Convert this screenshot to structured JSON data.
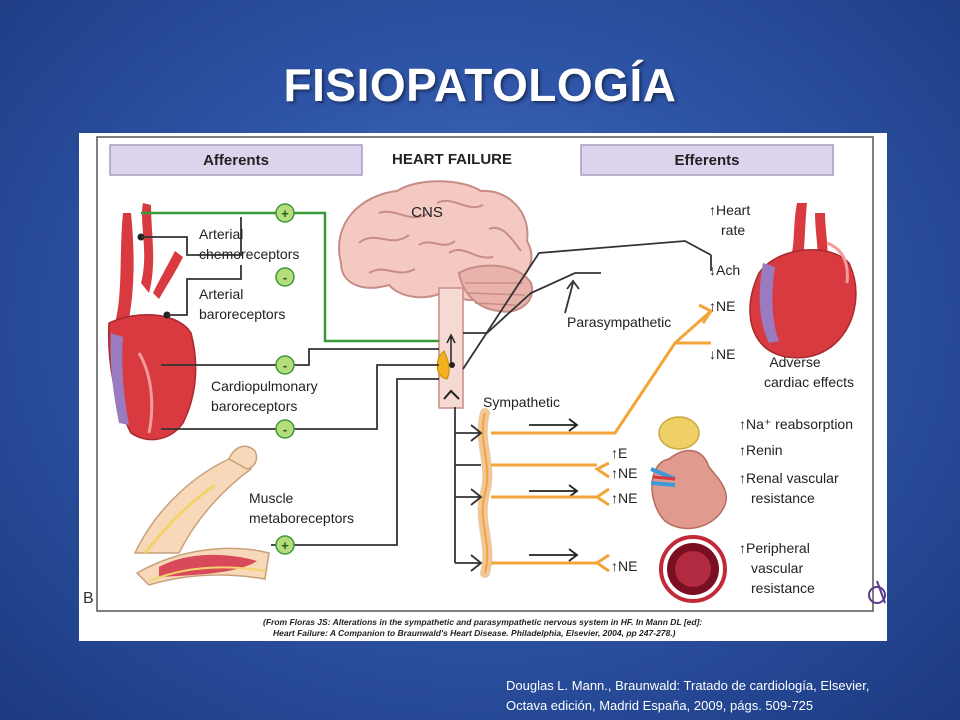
{
  "slide": {
    "title": "FISIOPATOLOGÍA",
    "citation_line1": "Douglas L. Mann., Braunwald: Tratado de cardiología, Elsevier,",
    "citation_line2": "Octava edición, Madrid España, 2009, págs. 509-725"
  },
  "figure": {
    "panel_letter": "B",
    "title": "HEART FAILURE",
    "afferents_header": "Afferents",
    "efferents_header": "Efferents",
    "cns_label": "CNS",
    "receptors": [
      {
        "line1": "Arterial",
        "line2": "chemoreceptors",
        "sign": "+"
      },
      {
        "line1": "Arterial",
        "line2": "baroreceptors",
        "sign": "-"
      },
      {
        "line1": "Cardiopulmonary",
        "line2": "baroreceptors",
        "sign": "-"
      },
      {
        "sign": "-"
      },
      {
        "line1": "Muscle",
        "line2": "metaboreceptors",
        "sign": "+"
      }
    ],
    "parasympathetic_label": "Parasympathetic",
    "sympathetic_label": "Sympathetic",
    "heart_effects": {
      "heart_rate_line1": "↑Heart",
      "heart_rate_line2": "rate",
      "ach": "↓Ach",
      "ne_up": "↑NE",
      "ne_down": "↓NE",
      "adverse_line1": "Adverse",
      "adverse_line2": "cardiac effects"
    },
    "kidney_effects": {
      "e": "↑E",
      "ne1": "↑NE",
      "ne2": "↑NE",
      "na_reabsorption": "↑Na⁺ reabsorption",
      "renin": "↑Renin",
      "renal_line1": "↑Renal vascular",
      "renal_line2": "resistance"
    },
    "vessel_effects": {
      "ne": "↑NE",
      "line1": "↑Peripheral",
      "line2": "vascular",
      "line3": "resistance"
    },
    "source_line1": "(From Floras JS: Alterations in the sympathetic and parasympathetic nervous system in HF. In Mann DL [ed]:",
    "source_line2": "Heart Failure: A Companion to Braunwald's Heart Disease. Philadelphia, Elsevier, 2004, pp 247-278.)",
    "colors": {
      "afferent_green": "#3a9a3a",
      "efferent_orange": "#f3a53a",
      "header_lavender": "#ddd3ec",
      "heart_red": "#d83a3f",
      "vein_purple": "#9a7bbf"
    }
  }
}
